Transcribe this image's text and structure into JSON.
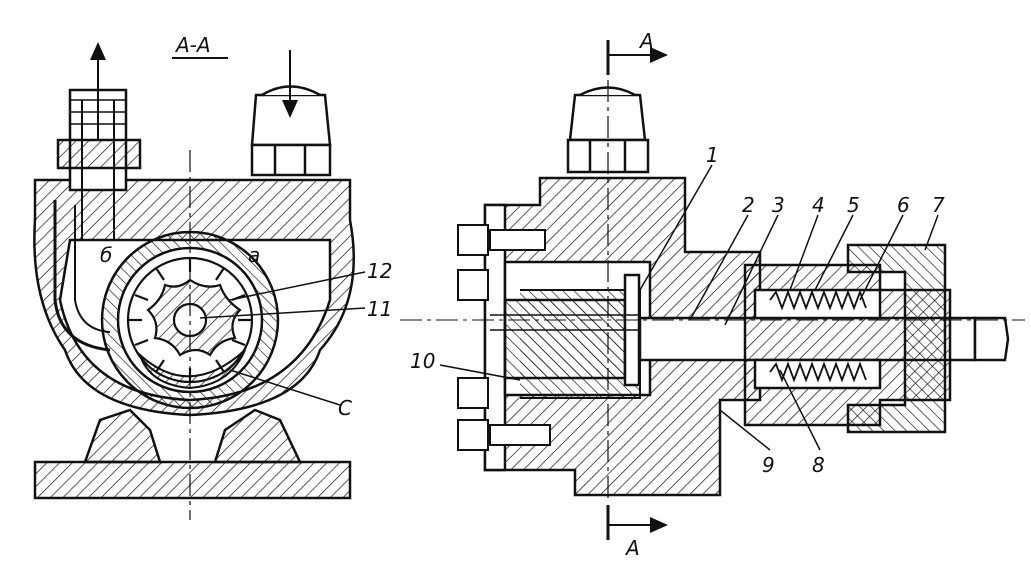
{
  "section": {
    "title": "А-А",
    "marker_top": "А",
    "marker_bottom": "А"
  },
  "left_view": {
    "label_outlet": "б",
    "label_inlet": "а",
    "label_rotor": "С",
    "label_12": "12",
    "label_11": "11"
  },
  "right_view": {
    "labels": [
      "1",
      "2",
      "3",
      "4",
      "5",
      "6",
      "7",
      "8",
      "9",
      "10"
    ]
  },
  "colors": {
    "ink": "#111111",
    "paper": "#ffffff"
  }
}
